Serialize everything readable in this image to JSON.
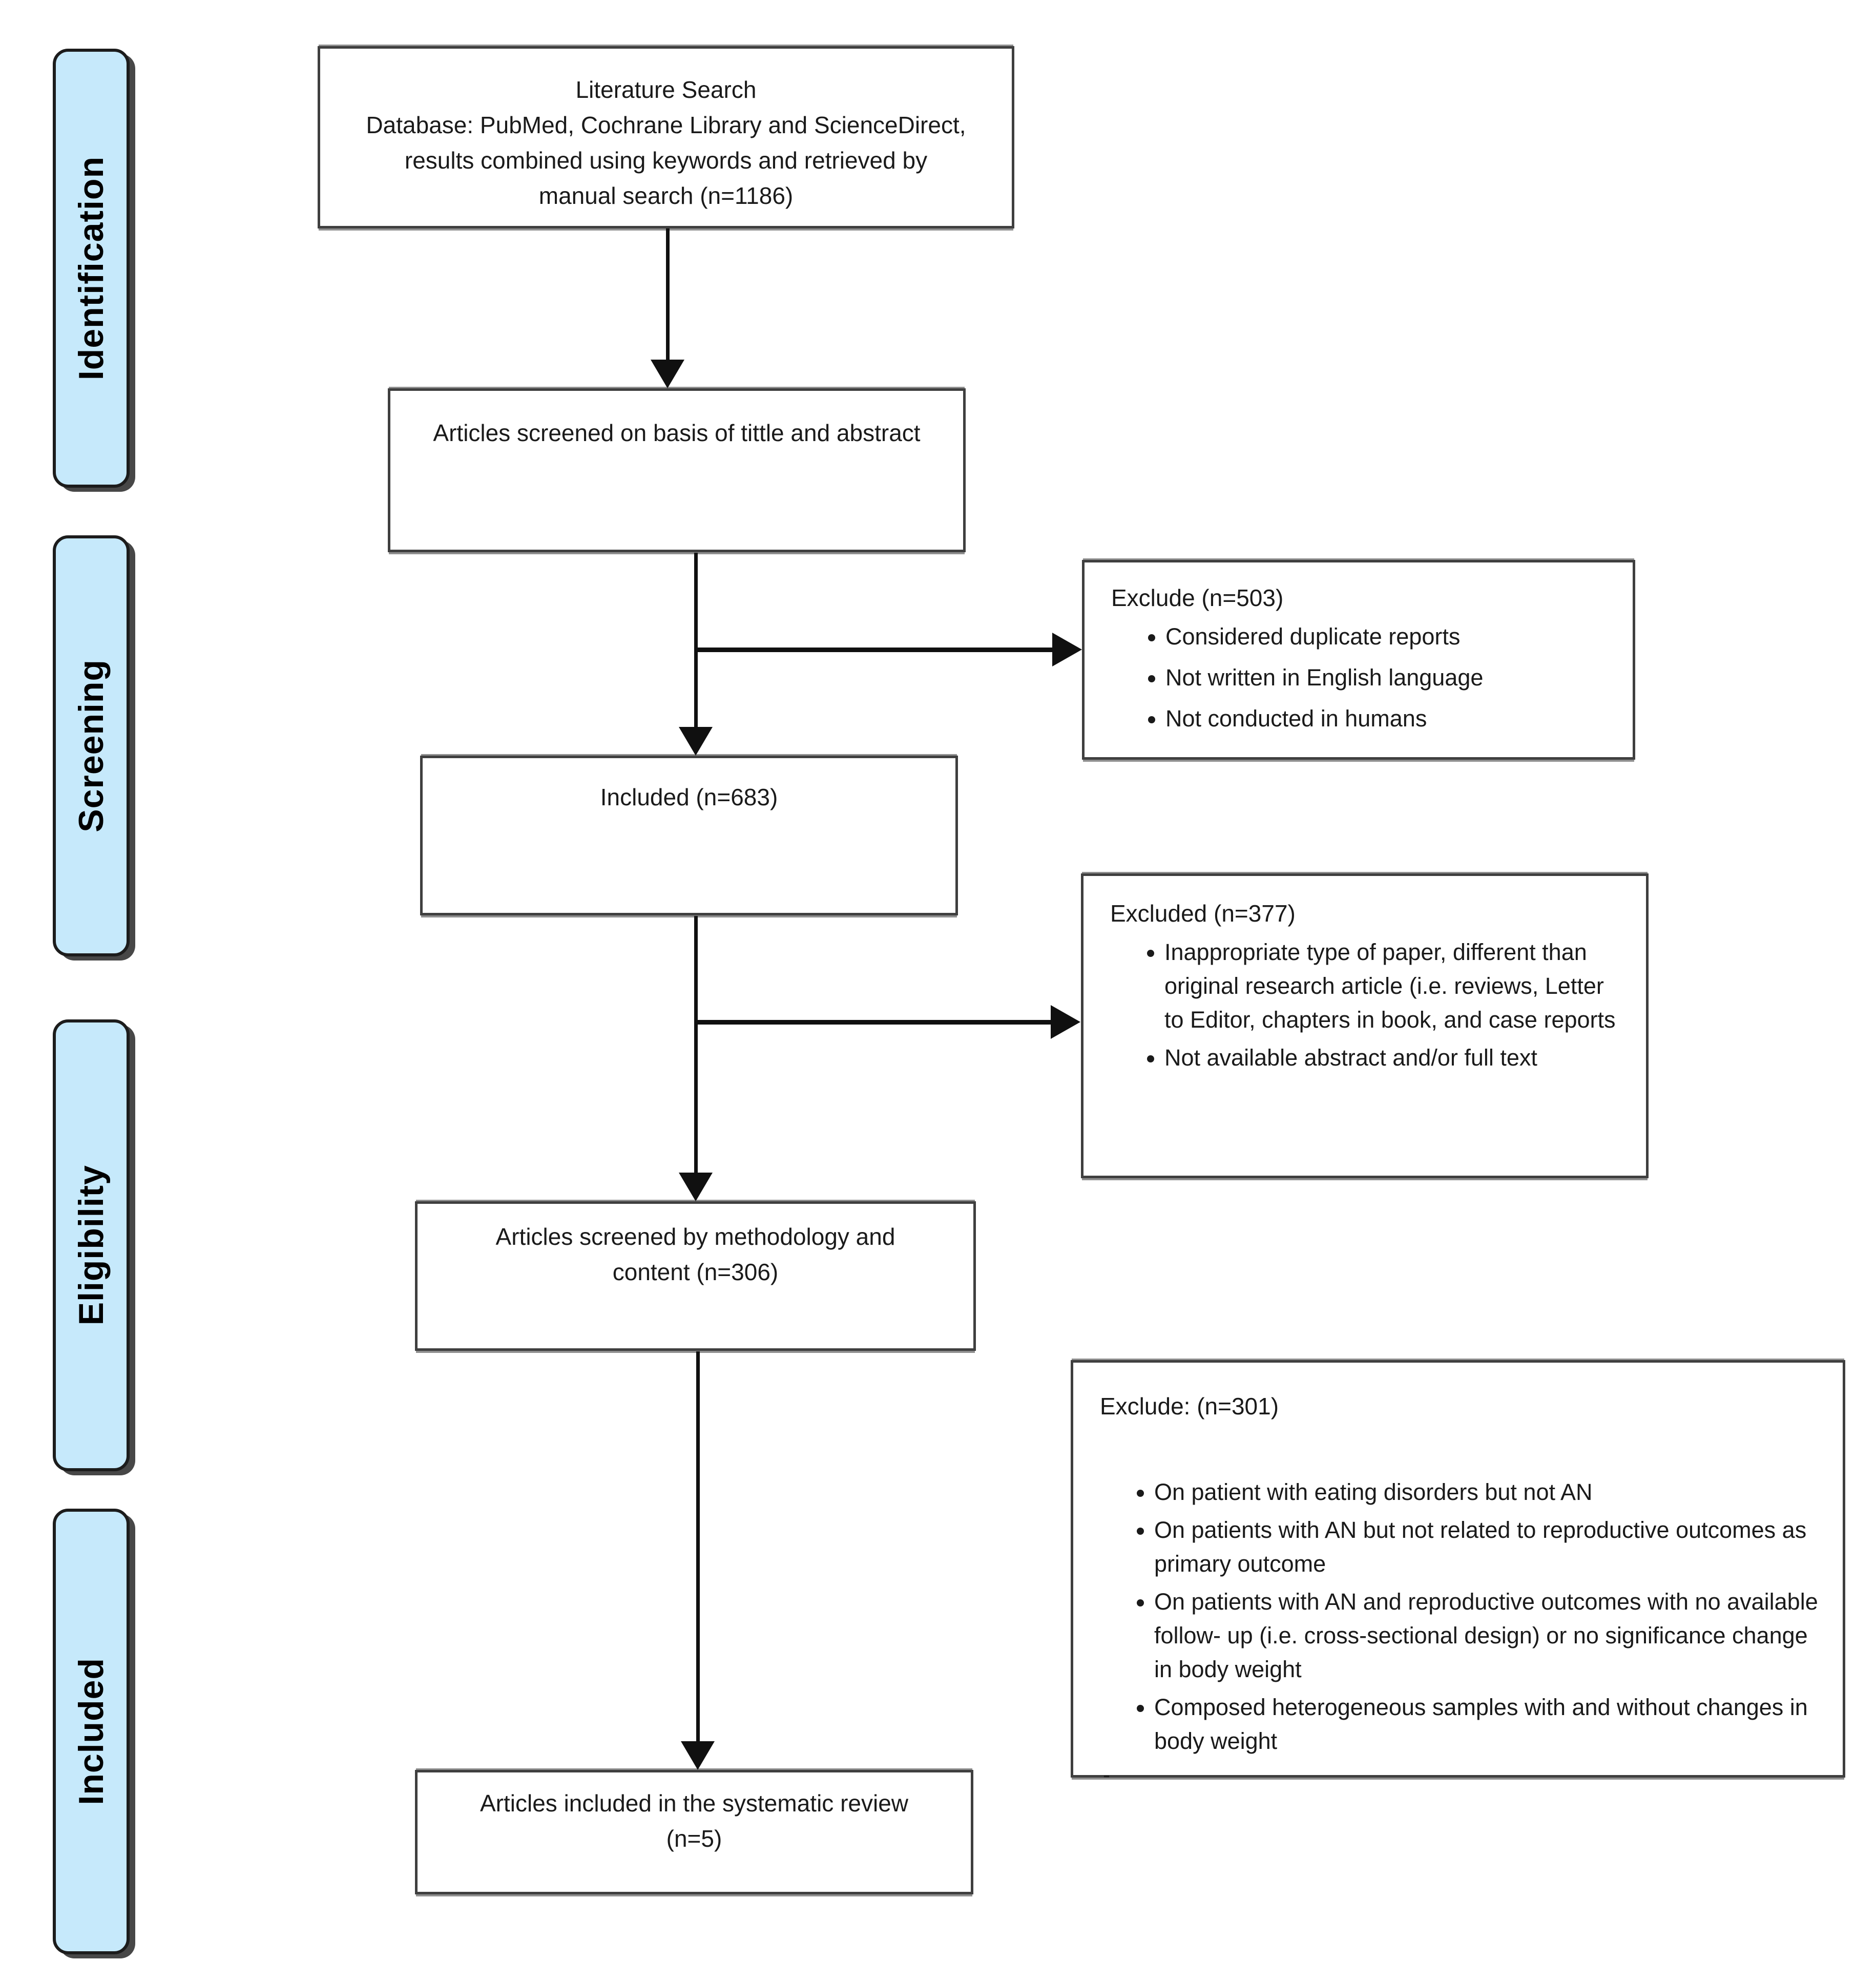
{
  "colors": {
    "stage_fill": "#c6e9fb",
    "stage_border": "#1c1c1c",
    "box_border": "#3f3f3f",
    "arrow": "#101010",
    "text": "#1a1a1a"
  },
  "stages": [
    {
      "label": "Identification"
    },
    {
      "label": "Screening"
    },
    {
      "label": "Eligibility"
    },
    {
      "label": "Included"
    }
  ],
  "nodes": {
    "literature_search": {
      "lines": [
        "Literature Search",
        "Database: PubMed, Cochrane Library and ScienceDirect,",
        "results combined using keywords and retrieved by",
        "manual search (n=1186)"
      ]
    },
    "screened_title_abstract": {
      "text": "Articles screened on basis of tittle and abstract"
    },
    "exclude_503": {
      "title": "Exclude (n=503)",
      "bullets": [
        "Considered duplicate reports",
        "Not written in English language",
        "Not conducted in humans"
      ]
    },
    "included_683": {
      "text": "Included (n=683)"
    },
    "excluded_377": {
      "title": "Excluded (n=377)",
      "bullets": [
        "Inappropriate type of paper, different than original research article (i.e. reviews, Letter to Editor, chapters in book, and case reports",
        "Not available abstract and/or full text"
      ]
    },
    "screened_methodology": {
      "lines": [
        "Articles screened by methodology and",
        "content (n=306)"
      ]
    },
    "exclude_301": {
      "title": "Exclude: (n=301)",
      "bullets": [
        "On patient with eating disorders but not AN",
        "On patients with AN but not related to reproductive outcomes as primary outcome",
        "On patients with AN and reproductive outcomes with no available follow- up (i.e. cross-sectional design) or no significance change in body weight",
        "Composed heterogeneous samples with and without changes in body weight"
      ],
      "trailing_mark": "-"
    },
    "included_review": {
      "lines": [
        "Articles included in the systematic review",
        "(n=5)"
      ]
    }
  }
}
